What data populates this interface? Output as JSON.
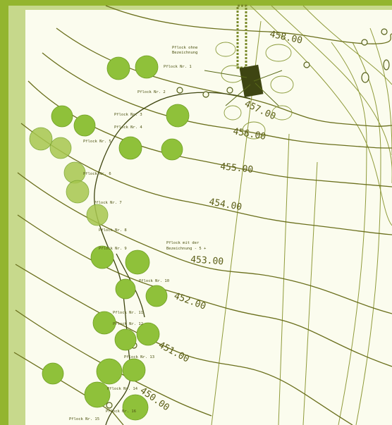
{
  "frame": {
    "border_color": "#93b52f",
    "paper_color": "#fbfcee",
    "line_color": "#6a6f1c",
    "tree_color": "#8fc13a"
  },
  "contours": [
    {
      "label": "458.00"
    },
    {
      "label": "457.00"
    },
    {
      "label": "456.00"
    },
    {
      "label": "455.00"
    },
    {
      "label": "454.00"
    },
    {
      "label": "453.00"
    },
    {
      "label": "452.00"
    },
    {
      "label": "451.00"
    },
    {
      "label": "450.00"
    }
  ],
  "notes": [
    {
      "text": "Pflock ohne"
    },
    {
      "text": "Bezeichnung"
    },
    {
      "text": "Pflock Nr. 1"
    },
    {
      "text": "Pflock Nr. 2"
    },
    {
      "text": "Pflock Nr. 3"
    },
    {
      "text": "Pflock Nr. 4"
    },
    {
      "text": "Pflock Nr. 5"
    },
    {
      "text": "Pflock Nr. 6"
    },
    {
      "text": "Pflock Nr. 7"
    },
    {
      "text": "Pflock Nr. 8"
    },
    {
      "text": "Pflock Nr. 9"
    },
    {
      "text": "Pflock mit der"
    },
    {
      "text": "Bezeichnung - 5 +"
    },
    {
      "text": "Pflock Nr. 10"
    },
    {
      "text": "Pflock Nr. 11"
    },
    {
      "text": "Pflock Nr. 12"
    },
    {
      "text": "Pflock Nr. 13"
    },
    {
      "text": "Pflock Nr. 14"
    },
    {
      "text": "Pflock Nr. 15"
    },
    {
      "text": "Pflock Nr. 16"
    }
  ]
}
